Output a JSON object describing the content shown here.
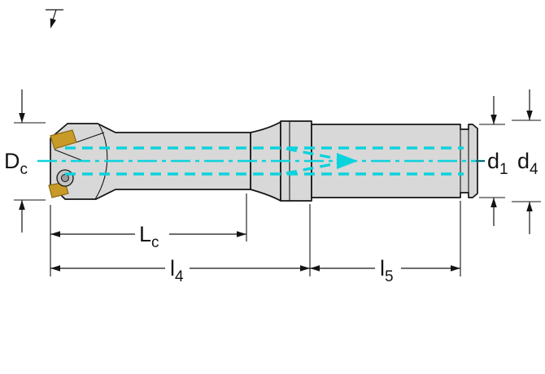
{
  "diagram": {
    "kind": "technical-drawing",
    "subject": "Indexable insert drill, side view with coolant channels and dimension annotations"
  },
  "labels": {
    "dc": {
      "main": "D",
      "sub": "c"
    },
    "d1": {
      "main": "d",
      "sub": "1"
    },
    "d4": {
      "main": "d",
      "sub": "4"
    },
    "lc": {
      "main": "L",
      "sub": "c"
    },
    "l4": {
      "main": "l",
      "sub": "4"
    },
    "l5": {
      "main": "l",
      "sub": "5"
    }
  },
  "colors": {
    "background": "#ffffff",
    "outline": "#141414",
    "dim": "#141414",
    "body-fill": "#d8d8d8",
    "insert-gold": "#c89b28",
    "insert-gold-dark": "#8a6a14",
    "screw-fill": "#c4c4c4",
    "coolant": "#0bd3dd"
  }
}
